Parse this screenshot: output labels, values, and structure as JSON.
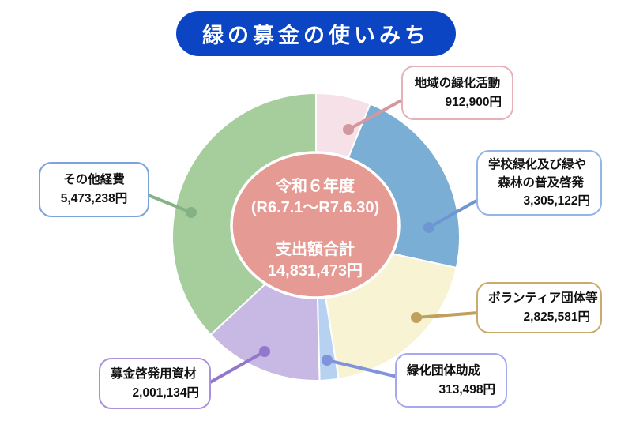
{
  "title": {
    "text": "緑の募金の使いみち",
    "bg_color": "#0b45c4",
    "text_color": "#ffffff"
  },
  "chart_data": {
    "type": "pie",
    "subtype": "donut-with-center-label",
    "title": "緑の募金の使いみち",
    "total_value": 14831473,
    "total_display": "14,831,473円",
    "legend_position": "callouts-around-chart",
    "center": {
      "fill_color": "#e59a93",
      "line1": "令和６年度",
      "line2": "(R6.7.1～R7.6.30)",
      "line3": "支出額合計",
      "line4": "14,831,473円"
    },
    "segments": [
      {
        "label": "地域の緑化活動",
        "label_lines": [
          "地域の緑化活動"
        ],
        "value": 912900,
        "display_value": "912,900円",
        "slice_color": "#f5e1e7",
        "accent_color": "#d3979f",
        "box_border_color": "#e6b0ba"
      },
      {
        "label": "学校緑化及び緑や森林の普及啓発",
        "label_lines": [
          "学校緑化及び緑や",
          "森林の普及啓発"
        ],
        "value": 3305122,
        "display_value": "3,305,122円",
        "slice_color": "#7aaed4",
        "accent_color": "#6e96d2",
        "box_border_color": "#95b5e4"
      },
      {
        "label": "ボランティア団体等",
        "label_lines": [
          "ボランティア団体等"
        ],
        "value": 2825581,
        "display_value": "2,825,581円",
        "slice_color": "#f7f3d3",
        "accent_color": "#bfa05e",
        "box_border_color": "#c9ab6b"
      },
      {
        "label": "緑化団体助成",
        "label_lines": [
          "緑化団体助成"
        ],
        "value": 313498,
        "display_value": "313,498円",
        "slice_color": "#b7d1f0",
        "accent_color": "#8093dc",
        "box_border_color": "#a3abee"
      },
      {
        "label": "募金啓発用資材",
        "label_lines": [
          "募金啓発用資材"
        ],
        "value": 2001134,
        "display_value": "2,001,134円",
        "slice_color": "#c7b9e4",
        "accent_color": "#9377cd",
        "box_border_color": "#aa90da"
      },
      {
        "label": "その他経費",
        "label_lines": [
          "その他経費"
        ],
        "value": 5473238,
        "display_value": "5,473,238円",
        "slice_color": "#a6cd9c",
        "accent_color": "#84b285",
        "box_border_color": "#7ba3dc"
      }
    ]
  }
}
